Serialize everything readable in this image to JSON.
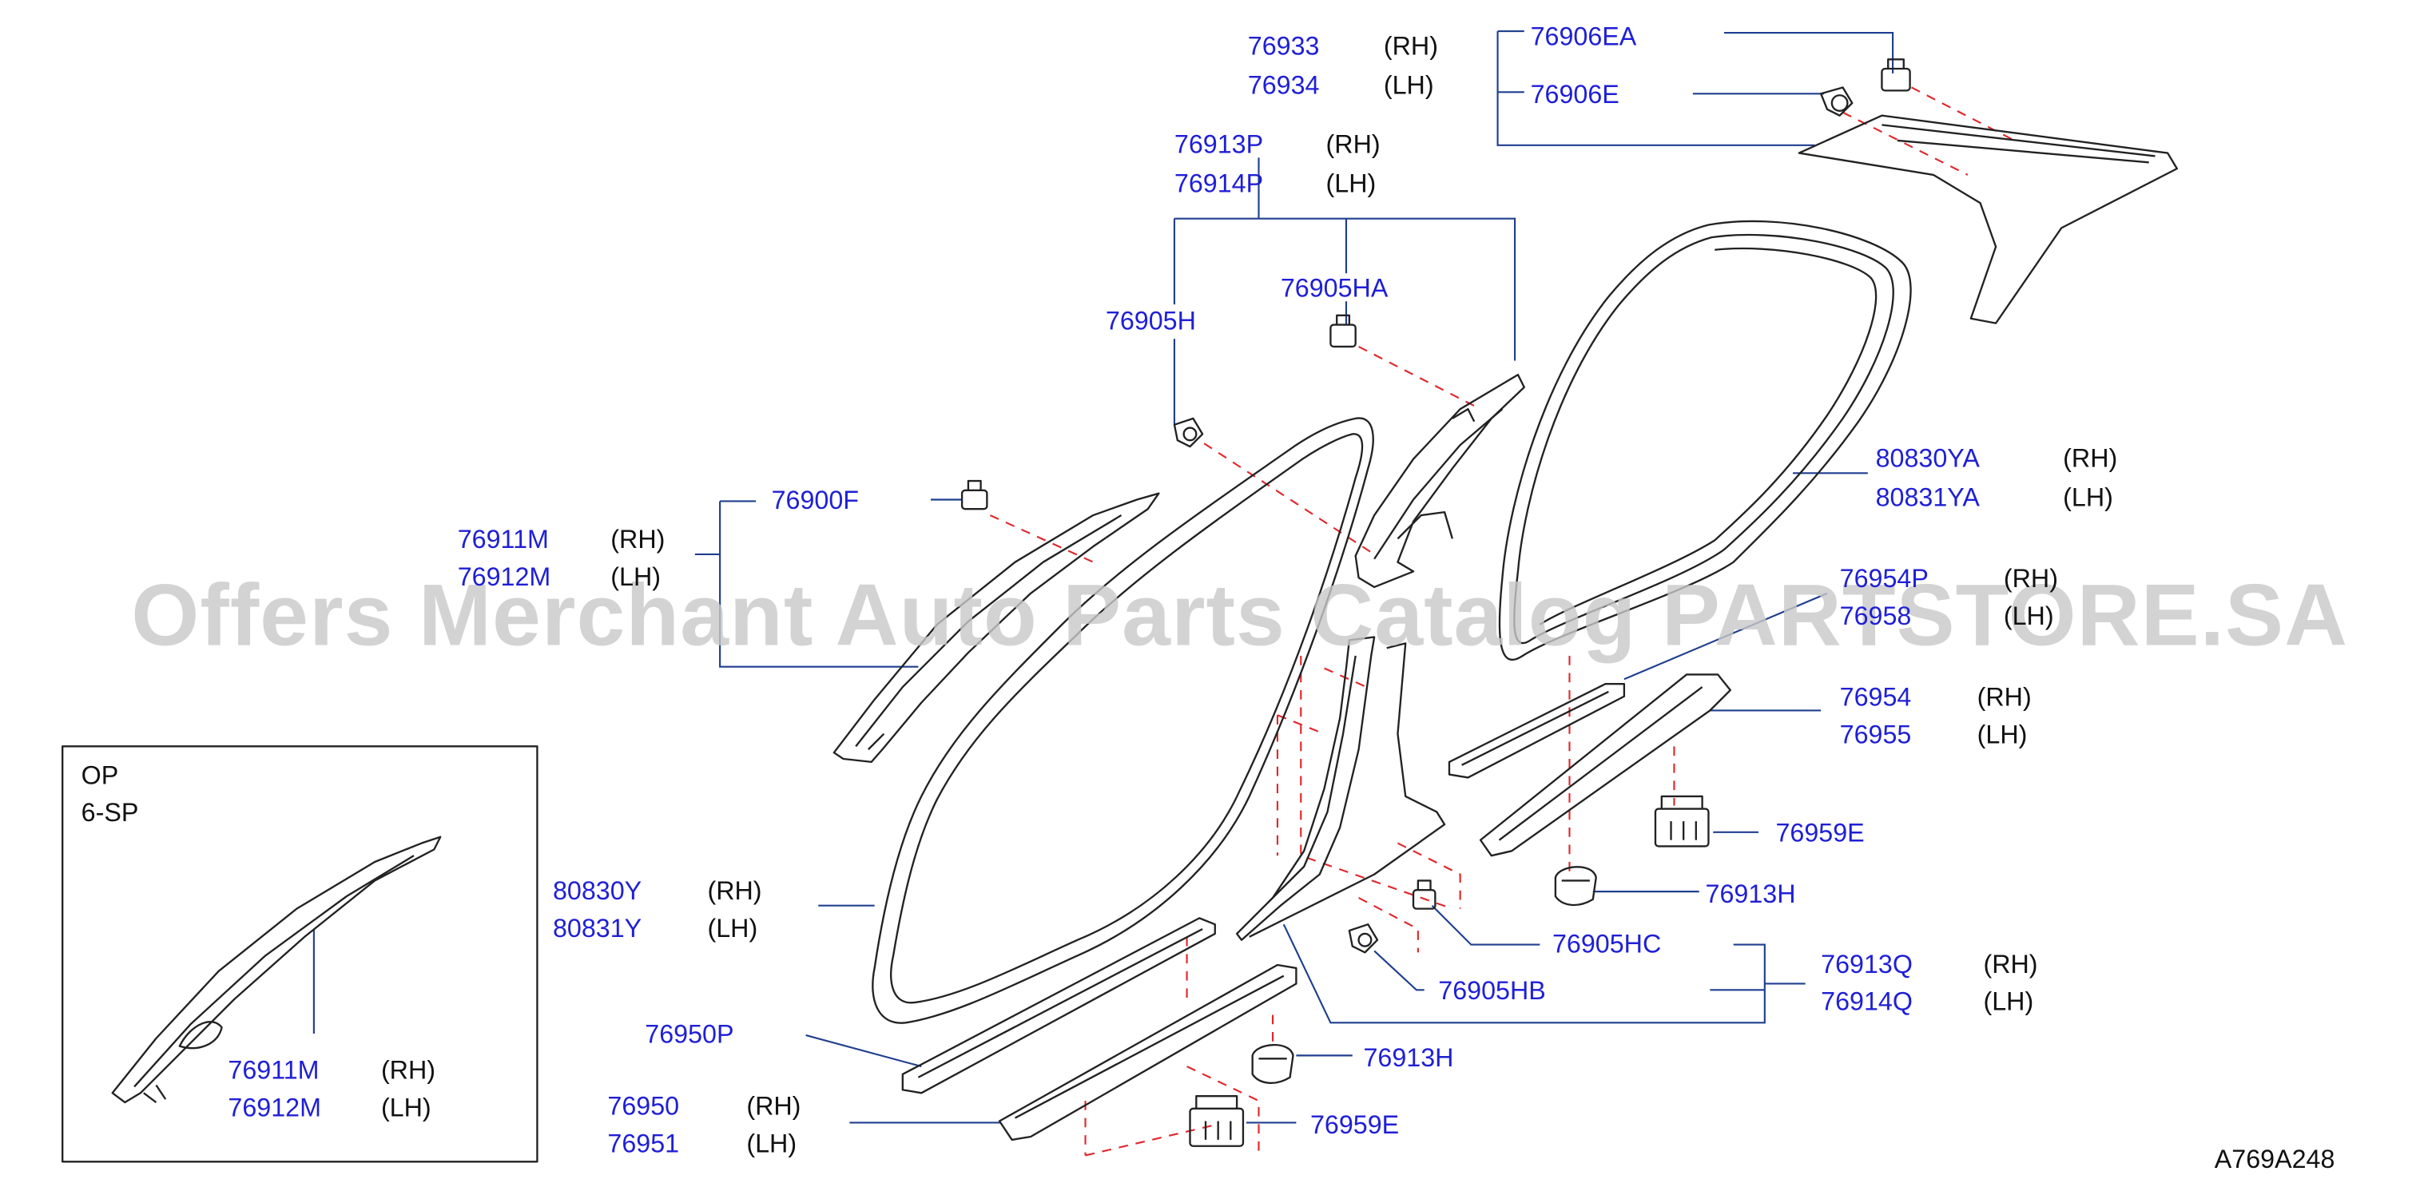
{
  "colors": {
    "part_number": "#1f1fd6",
    "leader_line": "#1f3f8f",
    "dashed_line": "#e0282c",
    "outline": "#222222",
    "watermark": "#c9c9c9"
  },
  "labels": {
    "p76933": "76933",
    "p76934": "76934",
    "p76906EA": "76906EA",
    "p76906E": "76906E",
    "p76913P": "76913P",
    "p76914P": "76914P",
    "p76905HA": "76905HA",
    "p76905H": "76905H",
    "p76900F": "76900F",
    "p76911M_main": "76911M",
    "p76912M_main": "76912M",
    "p80830YA": "80830YA",
    "p80831YA": "80831YA",
    "p76954P": "76954P",
    "p76958": "76958",
    "p76954": "76954",
    "p76955": "76955",
    "p76959E_upper": "76959E",
    "p76913H_upper": "76913H",
    "p76905HC": "76905HC",
    "p76905HB": "76905HB",
    "p76913Q": "76913Q",
    "p76914Q": "76914Q",
    "p80830Y": "80830Y",
    "p80831Y": "80831Y",
    "p76950P": "76950P",
    "p76913H_lower": "76913H",
    "p76950": "76950",
    "p76951": "76951",
    "p76959E_lower": "76959E",
    "p76911M_inset": "76911M",
    "p76912M_inset": "76912M"
  },
  "sides": {
    "rh": "(RH)",
    "lh": "(LH)"
  },
  "inset": {
    "line1": "OP",
    "line2": "6-SP"
  },
  "diagram_id": "A769A248",
  "watermark": "Offers Merchant Auto Parts Catalog PARTSTORE.SA"
}
